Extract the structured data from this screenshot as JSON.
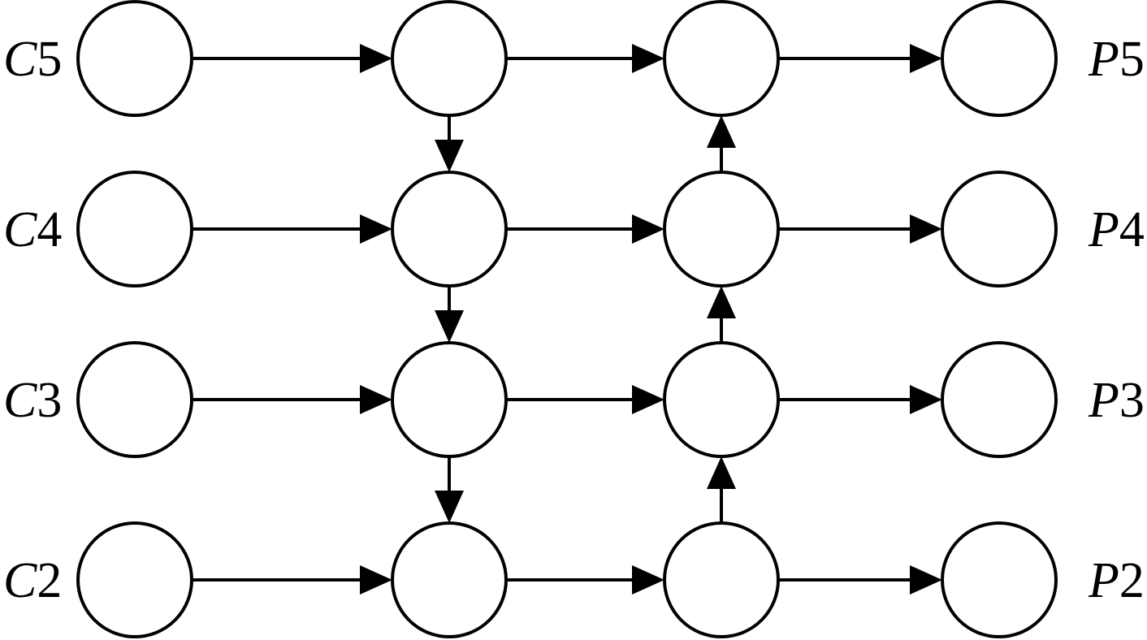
{
  "diagram": {
    "left_labels": [
      {
        "letter": "C",
        "number": "5"
      },
      {
        "letter": "C",
        "number": "4"
      },
      {
        "letter": "C",
        "number": "3"
      },
      {
        "letter": "C",
        "number": "2"
      }
    ],
    "right_labels": [
      {
        "letter": "P",
        "number": "5"
      },
      {
        "letter": "P",
        "number": "4"
      },
      {
        "letter": "P",
        "number": "3"
      },
      {
        "letter": "P",
        "number": "2"
      }
    ],
    "rows": 4,
    "columns": 4,
    "edges": [
      {
        "from": [
          0,
          0
        ],
        "to": [
          0,
          1
        ]
      },
      {
        "from": [
          0,
          1
        ],
        "to": [
          0,
          2
        ]
      },
      {
        "from": [
          0,
          2
        ],
        "to": [
          0,
          3
        ]
      },
      {
        "from": [
          1,
          0
        ],
        "to": [
          1,
          1
        ]
      },
      {
        "from": [
          1,
          1
        ],
        "to": [
          1,
          2
        ]
      },
      {
        "from": [
          1,
          2
        ],
        "to": [
          1,
          3
        ]
      },
      {
        "from": [
          2,
          0
        ],
        "to": [
          2,
          1
        ]
      },
      {
        "from": [
          2,
          1
        ],
        "to": [
          2,
          2
        ]
      },
      {
        "from": [
          2,
          2
        ],
        "to": [
          2,
          3
        ]
      },
      {
        "from": [
          3,
          0
        ],
        "to": [
          3,
          1
        ]
      },
      {
        "from": [
          3,
          1
        ],
        "to": [
          3,
          2
        ]
      },
      {
        "from": [
          3,
          2
        ],
        "to": [
          3,
          3
        ]
      },
      {
        "from": [
          0,
          1
        ],
        "to": [
          1,
          1
        ]
      },
      {
        "from": [
          1,
          1
        ],
        "to": [
          2,
          1
        ]
      },
      {
        "from": [
          2,
          1
        ],
        "to": [
          3,
          1
        ]
      },
      {
        "from": [
          3,
          2
        ],
        "to": [
          2,
          2
        ]
      },
      {
        "from": [
          2,
          2
        ],
        "to": [
          1,
          2
        ]
      },
      {
        "from": [
          1,
          2
        ],
        "to": [
          0,
          2
        ]
      }
    ]
  }
}
